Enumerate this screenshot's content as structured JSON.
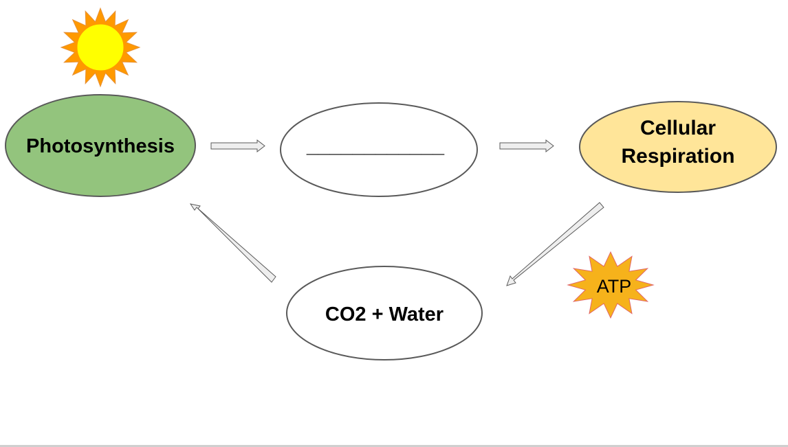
{
  "nodes": {
    "photosynthesis": {
      "label": "Photosynthesis",
      "fill": "#93c47d"
    },
    "blank": {
      "label": "____________",
      "fill": "#ffffff"
    },
    "cellular_respiration": {
      "label_line1": "Cellular",
      "label_line2": "Respiration",
      "fill": "#ffe599"
    },
    "co2_water": {
      "label": "CO2 + Water",
      "fill": "#ffffff"
    }
  },
  "atp": {
    "label": "ATP",
    "fill": "#f6b21b"
  },
  "sun": {
    "core_color": "#ffff00",
    "ray_color": "#ff9900"
  },
  "arrow_fill": "#eeeeee",
  "outline_color": "#595959"
}
